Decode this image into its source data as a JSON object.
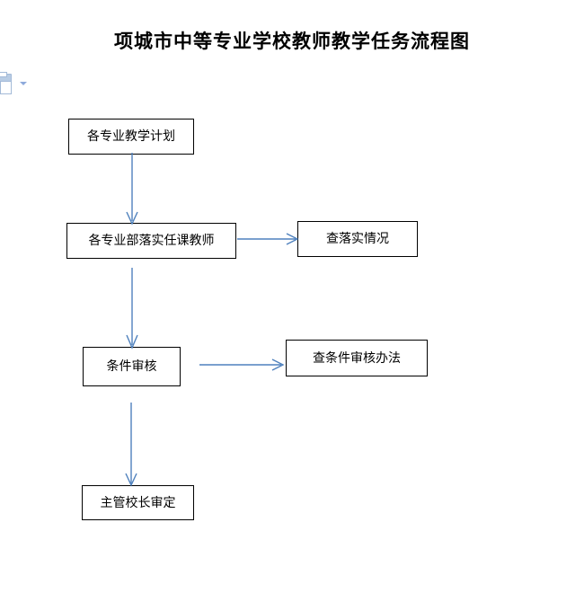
{
  "document": {
    "title": "项城市中等专业学校教师教学任务流程图"
  },
  "toolbar": {
    "paste_icon_name": "paste-icon",
    "paste_dropdown_icon_name": "chevron-down-icon"
  },
  "flowchart": {
    "type": "diagram",
    "boxes": [
      {
        "id": "plan",
        "label": "各专业教学计划"
      },
      {
        "id": "assign",
        "label": "各专业部落实任课教师"
      },
      {
        "id": "check_impl",
        "label": "查落实情况"
      },
      {
        "id": "condition",
        "label": "条件审核"
      },
      {
        "id": "check_rule",
        "label": "查条件审核办法"
      },
      {
        "id": "principal",
        "label": "主管校长审定"
      }
    ],
    "connectors": [
      {
        "from": "plan",
        "to": "assign",
        "direction": "down"
      },
      {
        "from": "assign",
        "to": "condition",
        "direction": "down"
      },
      {
        "from": "condition",
        "to": "principal",
        "direction": "down"
      },
      {
        "from": "assign",
        "to": "check_impl",
        "direction": "right"
      },
      {
        "from": "condition",
        "to": "check_rule",
        "direction": "right"
      }
    ],
    "colors": {
      "box_border": "#000000",
      "box_fill": "#ffffff",
      "connector": "#4f81bd",
      "text": "#000000",
      "background": "#ffffff"
    }
  }
}
